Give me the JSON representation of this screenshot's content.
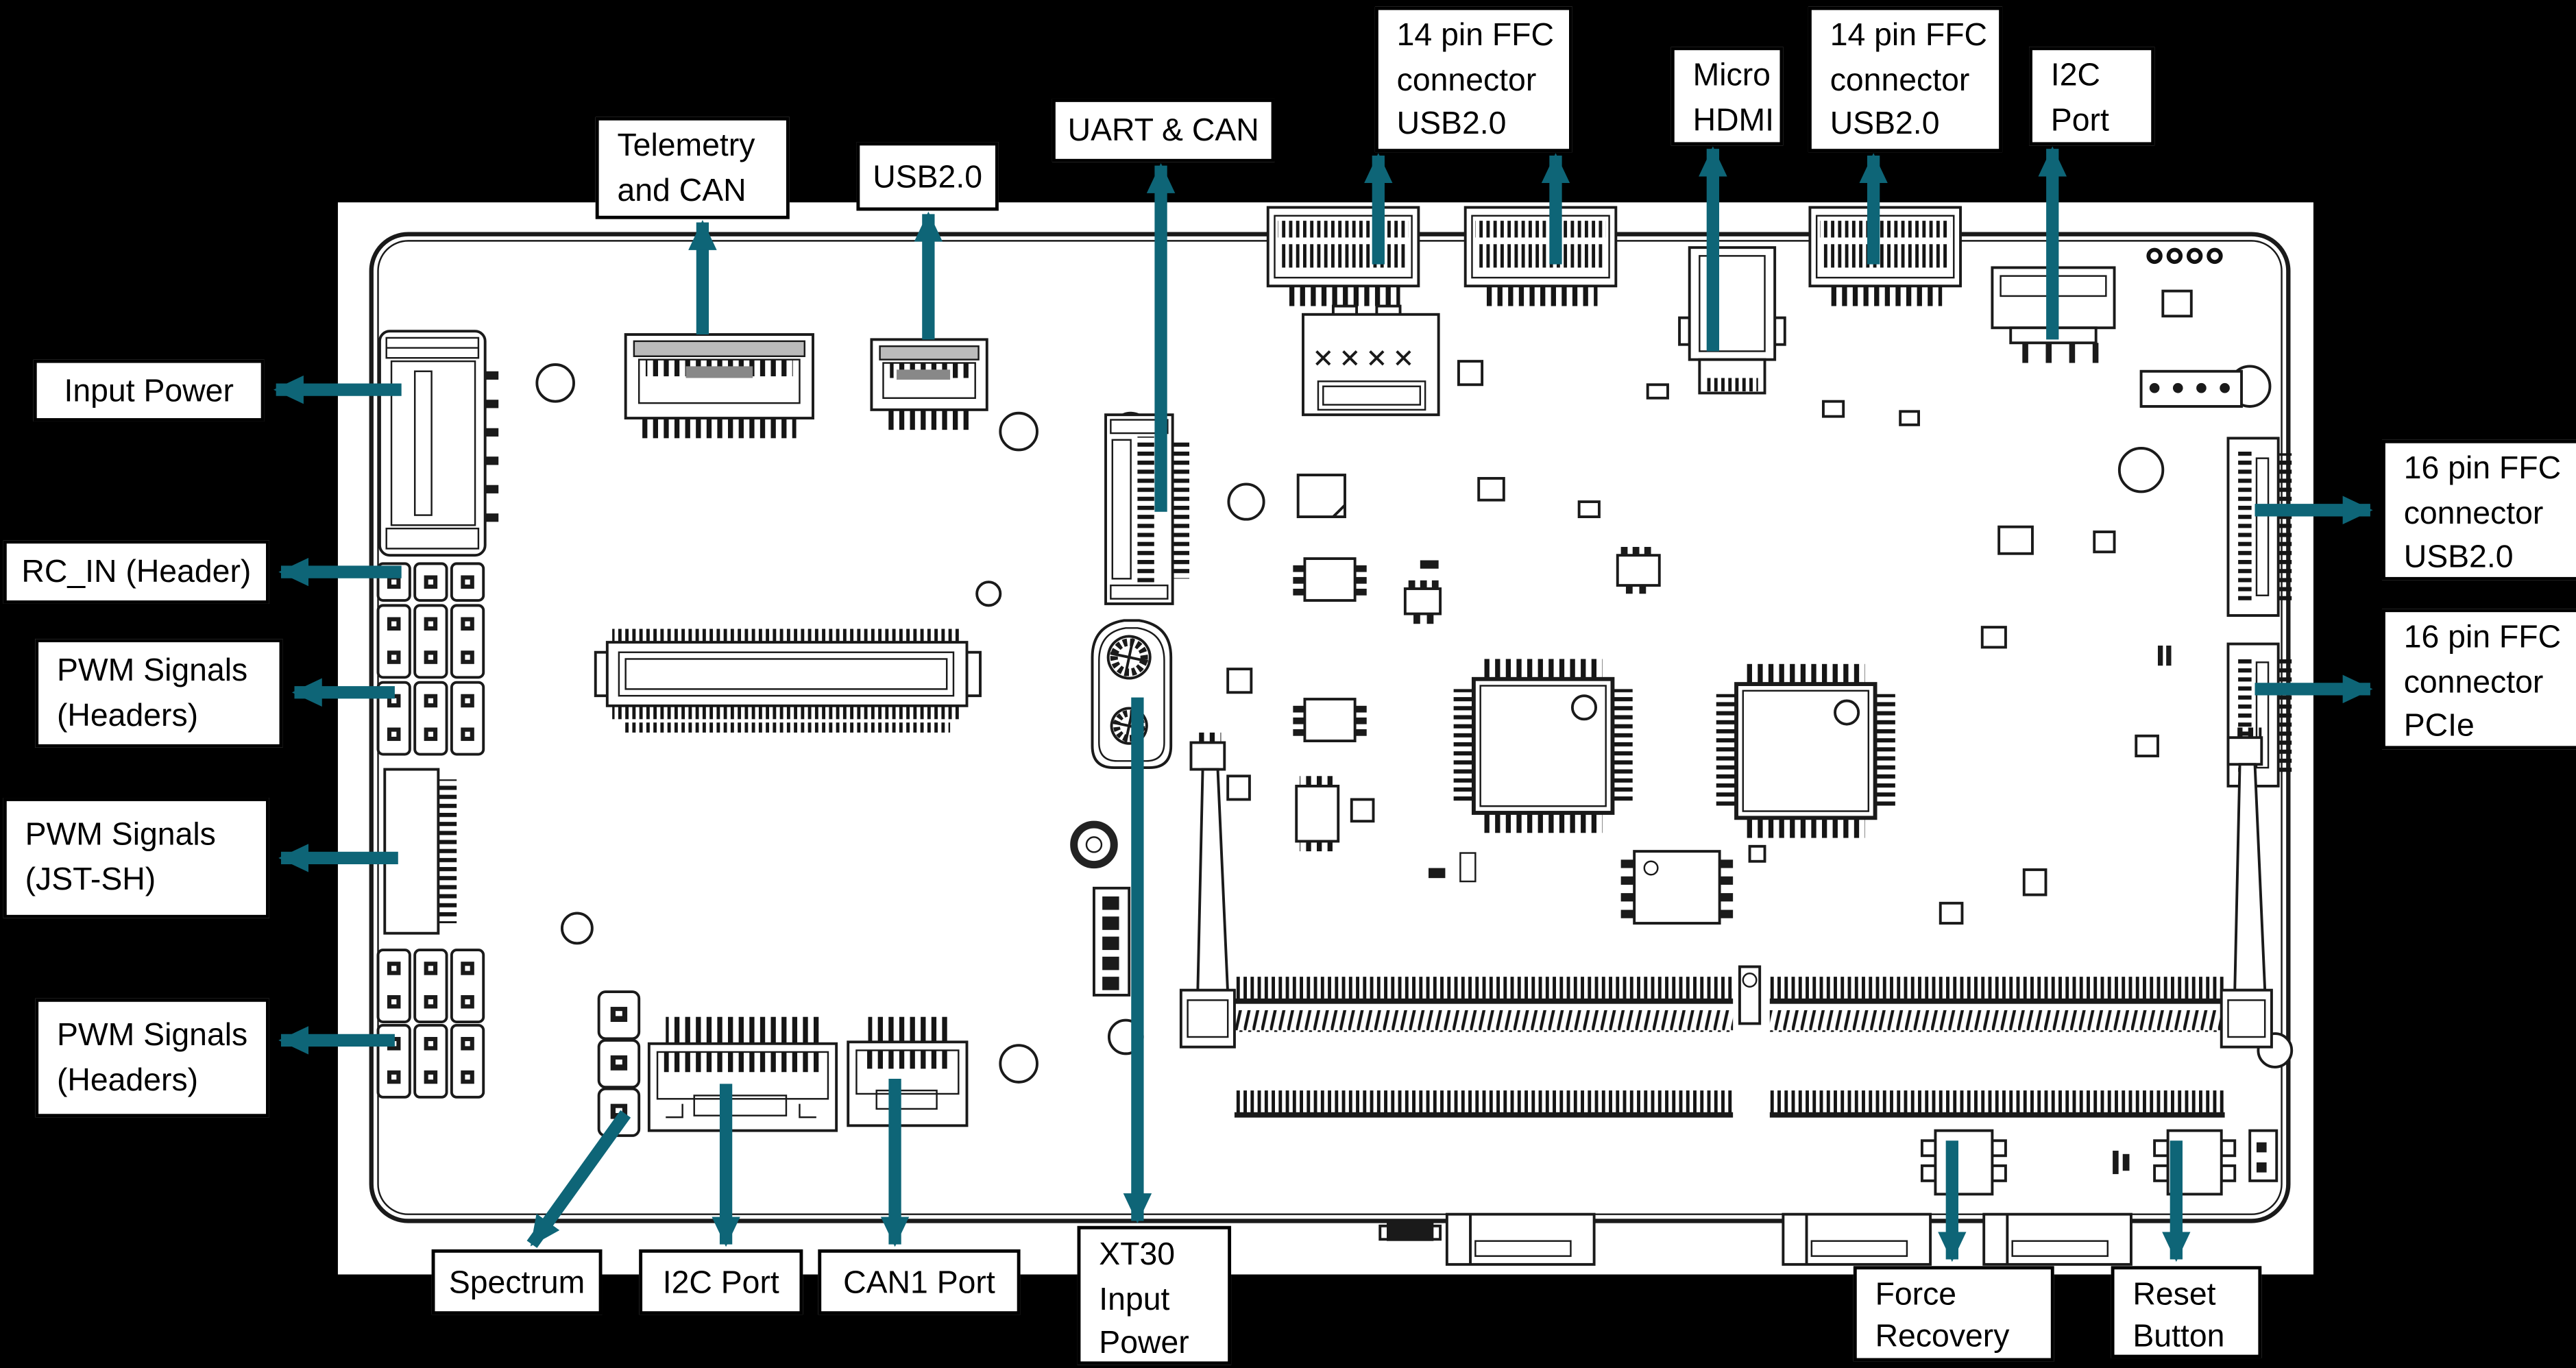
{
  "page": {
    "background_color": "#000000",
    "panel_color": "#ffffff",
    "line_color": "#1a1a1a",
    "accent_color": "#0e6577"
  },
  "callouts": {
    "telemetry": {
      "label": "Telemetry\nand CAN"
    },
    "usb20_top": {
      "label": "USB2.0"
    },
    "uart_can": {
      "label": "UART & CAN"
    },
    "ffc14_left": {
      "label": "14 pin FFC\nconnector\nUSB2.0"
    },
    "micro_hdmi": {
      "label": "Micro\nHDMI"
    },
    "ffc14_right": {
      "label": "14 pin FFC\nconnector\nUSB2.0"
    },
    "i2c_top": {
      "label": "I2C\nPort"
    },
    "input_power": {
      "label": "Input Power"
    },
    "rc_in": {
      "label": "RC_IN (Header)"
    },
    "pwm_headers_top": {
      "label": "PWM Signals\n(Headers)"
    },
    "pwm_jst": {
      "label": "PWM Signals\n(JST-SH)"
    },
    "pwm_headers_bottom": {
      "label": "PWM Signals\n(Headers)"
    },
    "ffc16_usb": {
      "label": "16 pin FFC\nconnector\nUSB2.0"
    },
    "ffc16_pcie": {
      "label": "16 pin FFC\nconnector\nPCIe"
    },
    "spectrum": {
      "label": "Spectrum"
    },
    "i2c_bottom": {
      "label": "I2C Port"
    },
    "can1": {
      "label": "CAN1 Port"
    },
    "xt30": {
      "label": "XT30\nInput\nPower"
    },
    "force_recovery": {
      "label": "Force\nRecovery"
    },
    "reset_button": {
      "label": "Reset\nButton"
    }
  }
}
